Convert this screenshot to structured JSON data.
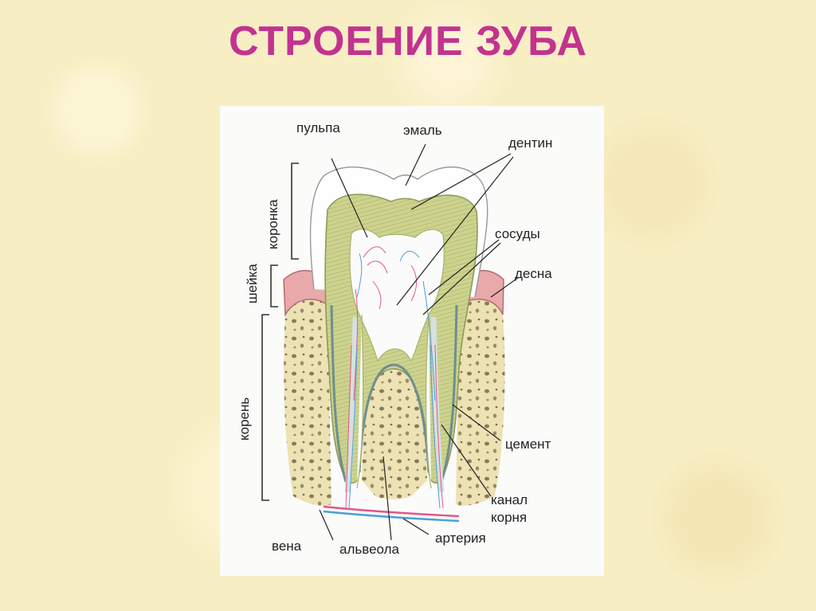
{
  "title": "СТРОЕНИЕ ЗУБА",
  "labels": {
    "pulp": "пульпа",
    "enamel": "эмаль",
    "dentin": "дентин",
    "vessels": "сосуды",
    "gum": "десна",
    "cement": "цемент",
    "root_canal_line1": "канал",
    "root_canal_line2": "корня",
    "artery": "артерия",
    "alveolus": "альвеола",
    "vein": "вена"
  },
  "regions": {
    "crown": "коронка",
    "neck": "шейка",
    "root": "корень"
  },
  "colors": {
    "title": "#c2338f",
    "dentin": "#c9cf8a",
    "gum": "#e7a3a6",
    "bone": "#eadfae",
    "cement": "#6e8f8f",
    "artery": "#e0578a",
    "vein": "#4a9fd8"
  }
}
